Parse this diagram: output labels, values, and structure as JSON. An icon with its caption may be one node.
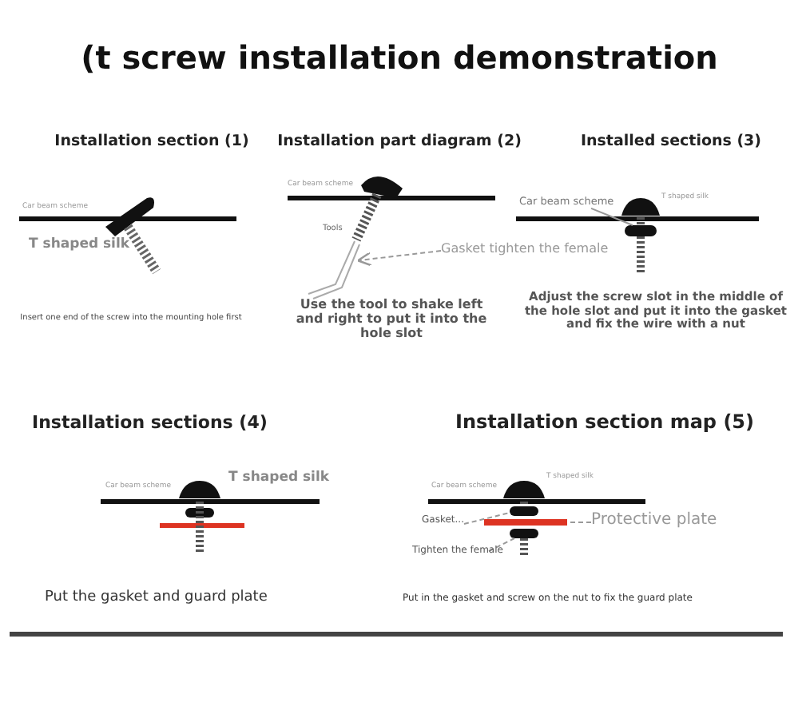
{
  "diagram": {
    "title": "(t screw installation demonstration",
    "nodes": [
      {
        "text": [
          "Gasket tighten the female"
        ]
      },
      {
        "text": [
          "Car beam scheme"
        ]
      },
      {
        "text": [
          "Protective plate"
        ]
      },
      {
        "text": [
          "Gasket..."
        ]
      },
      {
        "text": [
          "Tighten the female"
        ]
      },
      {
        "text": [],
        "shape": "picture"
      },
      {
        "text": [],
        "shape": "box"
      },
      {
        "text": [],
        "shape": "box"
      },
      {
        "text": [],
        "shape": "bar"
      },
      {
        "text": [],
        "shape": "box"
      }
    ],
    "edges": [
      {
        "from": 0,
        "to": 5,
        "arrow": "to",
        "style": "dashed"
      },
      {
        "from": 1,
        "to": 6,
        "arrow": "none"
      },
      {
        "from": 2,
        "to": 8,
        "arrow": "none",
        "style": "dashed"
      },
      {
        "from": 3,
        "to": 7,
        "arrow": "none",
        "style": "dashed"
      },
      {
        "from": 4,
        "to": 9,
        "arrow": "none",
        "style": "dashed"
      }
    ],
    "labels": [
      "Installation section (1)",
      "Installation part diagram (2)",
      "Installed sections (3)",
      "Car beam scheme",
      "Car beam scheme",
      "T shaped silk",
      "T shaped silk",
      "Tools",
      "Insert one end of the screw into the mounting hole first",
      "Use the tool to shake left and right to put it into the hole slot",
      "Adjust the screw slot in the middle of the hole slot and put it into the gasket and fix the wire with a nut",
      "Installation sections (4)",
      "Installation section map (5)",
      "Car beam scheme",
      "T shaped silk",
      "Car beam scheme",
      "T shaped silk",
      "Put the gasket and guard plate",
      "Put in the gasket and screw on the nut to fix the guard plate"
    ]
  }
}
